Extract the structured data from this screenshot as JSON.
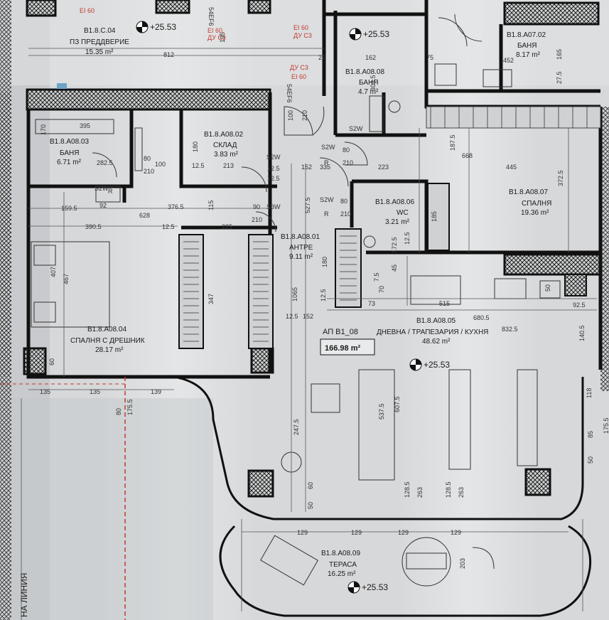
{
  "rooms": [
    {
      "id": "c04",
      "code": "B1.8.C.04",
      "name": "ПЗ ПРЕДДВЕРИЕ",
      "area": "15.35 m²"
    },
    {
      "id": "a0702",
      "code": "B1.8.A07.02",
      "name": "БАНЯ",
      "area": "8.17 m²"
    },
    {
      "id": "a0808",
      "code": "B1.8.A08.08",
      "name": "БАНЯ",
      "area": "4.7 m²"
    },
    {
      "id": "a0803",
      "code": "B1.8.A08.03",
      "name": "БАНЯ",
      "area": "6.71 m²"
    },
    {
      "id": "a0802",
      "code": "B1.8.A08.02",
      "name": "СКЛАД",
      "area": "3.83 m²"
    },
    {
      "id": "a0806",
      "code": "B1.8.A08.06",
      "name": "WC",
      "area": "3.21 m²"
    },
    {
      "id": "a0807",
      "code": "B1.8.A08.07",
      "name": "СПАЛНЯ",
      "area": "19.36 m²"
    },
    {
      "id": "a0801",
      "code": "B1.8.A08.01",
      "name": "АНТРЕ",
      "area": "9.11 m²"
    },
    {
      "id": "a0804",
      "code": "B1.8.A08.04",
      "name": "СПАЛНЯ С ДРЕШНИК",
      "area": "28.17 m²"
    },
    {
      "id": "a0805",
      "code": "B1.8.A08.05",
      "name": "ДНЕВНА / ТРАПЕЗАРИЯ / КУХНЯ",
      "area": "48.62 m²"
    },
    {
      "id": "a0809",
      "code": "B1.8.A08.09",
      "name": "ТЕРАСА",
      "area": "16.25 m²"
    }
  ],
  "apartment": {
    "name": "АП В1_08",
    "area": "166.98 m²"
  },
  "levels": [
    "+25.53",
    "+25.53",
    "+25.53",
    "+25.53"
  ],
  "fire_labels": [
    "EI 60",
    "EI 60",
    "ДУ С3",
    "EI 60",
    "ДУ С3",
    "ДУ С3",
    "EI 60",
    "54EF6",
    "54EF6"
  ],
  "vertical_text": "НА ЛИНИЯ",
  "door_tags": [
    "S2W",
    "S2W",
    "S2W",
    "S3W",
    "S2W",
    "S2W",
    "R",
    "R",
    "R"
  ],
  "dims": {
    "top": [
      "812",
      "25",
      "162",
      "75",
      "452",
      "195",
      "302.5",
      "165",
      "27.5",
      "100",
      "210"
    ],
    "mid": [
      "395",
      "170",
      "282.5",
      "12.5",
      "80",
      "210",
      "100",
      "180",
      "12.5",
      "213",
      "90",
      "12.5",
      "152",
      "335",
      "80",
      "210",
      "223",
      "187.5",
      "668",
      "445",
      "372.5"
    ],
    "row2": [
      "159.5",
      "92",
      "628",
      "376.5",
      "115",
      "210",
      "527.5",
      "80",
      "210",
      "185",
      "172.5",
      "12.5",
      "390.5",
      "12.5",
      "225"
    ],
    "living": [
      "407",
      "467",
      "347",
      "1065",
      "180",
      "12.5",
      "152",
      "70",
      "7.5",
      "45",
      "73",
      "515",
      "680.5",
      "832.5",
      "50",
      "92.5",
      "140.5",
      "12.5"
    ],
    "lower": [
      "60",
      "135",
      "135",
      "139",
      "80",
      "175.5",
      "247.5",
      "537.5",
      "607.5",
      "118",
      "175.5",
      "85",
      "50",
      "60",
      "50",
      "128.5",
      "263",
      "128.5",
      "263",
      "129",
      "129",
      "129",
      "129",
      "203"
    ]
  }
}
